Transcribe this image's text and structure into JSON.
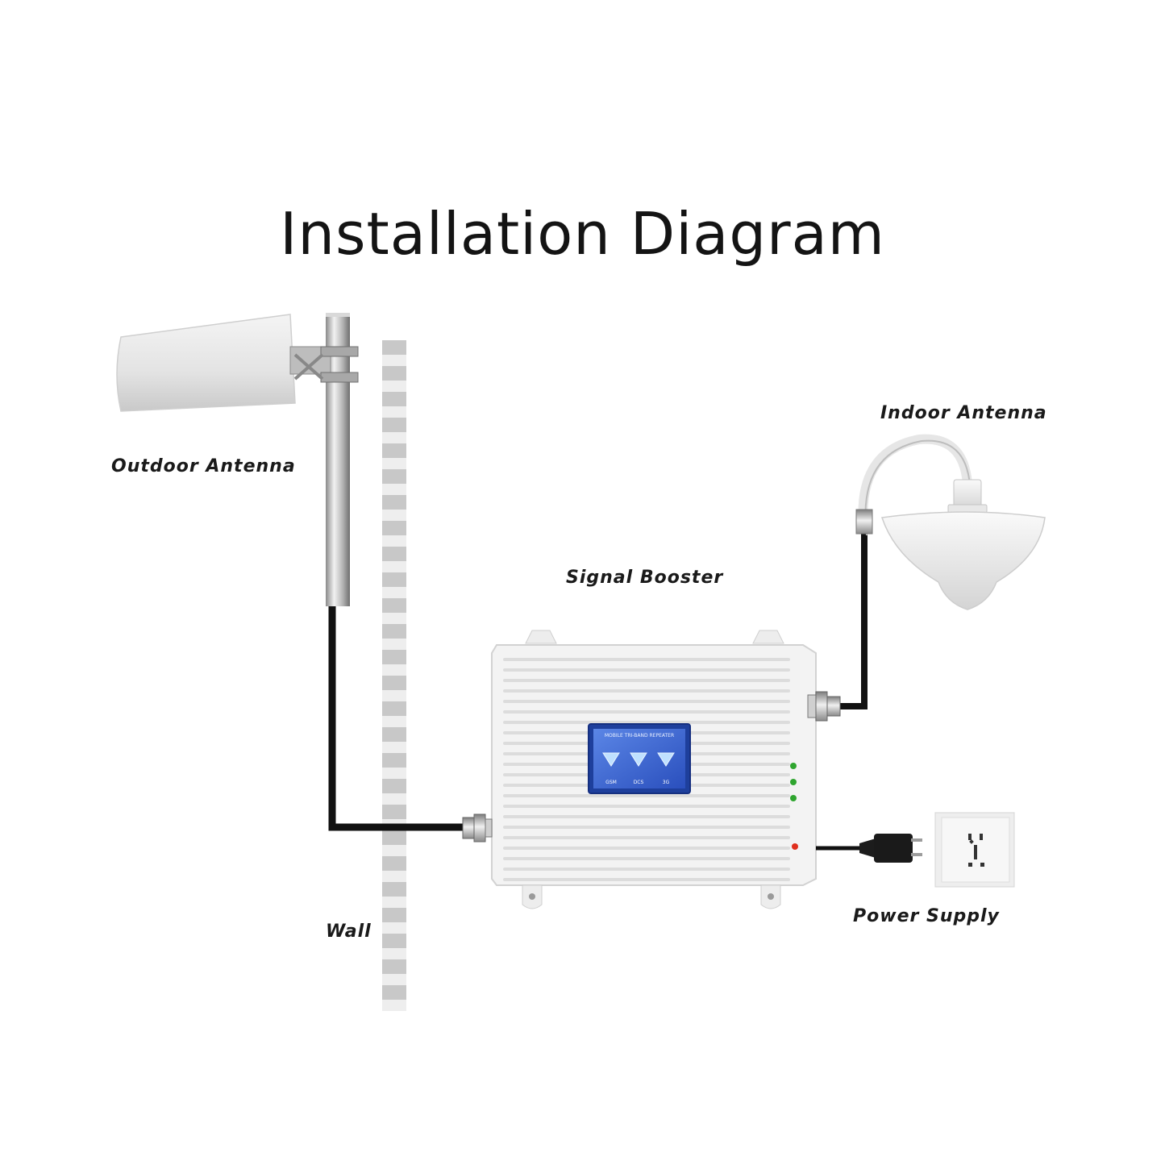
{
  "title": "Installation Diagram",
  "labels": {
    "outdoor_antenna": "Outdoor Antenna",
    "indoor_antenna": "Indoor Antenna",
    "signal_booster": "Signal Booster",
    "power_supply": "Power Supply",
    "wall": "Wall"
  },
  "booster_display": {
    "header": "MOBILE TRI-BAND REPEATER",
    "bands": [
      "GSM",
      "DCS",
      "3G"
    ]
  },
  "colors": {
    "cable": "#111111",
    "lcd_blue": "#2d57c8",
    "led_green": "#2fa52f",
    "led_red": "#e0301e",
    "wall_gray": "#c8c8c8"
  }
}
